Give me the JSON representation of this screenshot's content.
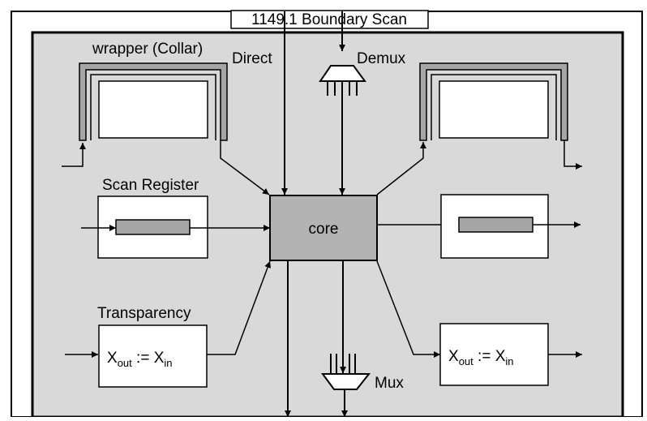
{
  "outer_title": "1149.1 Boundary Scan",
  "labels": {
    "wrapper": "wrapper (Collar)",
    "direct": "Direct",
    "demux": "Demux",
    "scan_register": "Scan Register",
    "core": "core",
    "transparency": "Transparency",
    "mux": "Mux"
  },
  "transparency_formula": {
    "lhs": "X",
    "lhs_sub": "out",
    "op": " := ",
    "rhs": "X",
    "rhs_sub": "in"
  },
  "colors": {
    "outer_fill": "#ffffff",
    "inner_fill": "#d9d9d9",
    "core_fill": "#b3b3b3",
    "collar_fill": "#a6a6a6",
    "scan_bar_fill": "#a6a6a6",
    "box_fill": "#ffffff",
    "stroke": "#000000"
  }
}
